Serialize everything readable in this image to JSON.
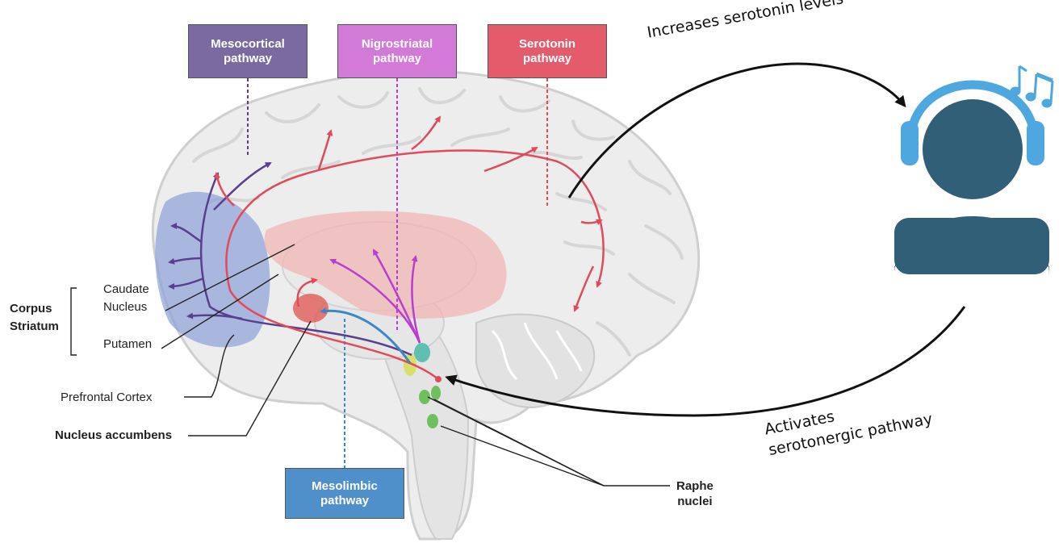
{
  "pathways": {
    "mesocortical": {
      "label": "Mesocortical\npathway",
      "color": "#7b6aa2"
    },
    "nigrostriatal": {
      "label": "Nigrostriatal\npathway",
      "color": "#d37ad9"
    },
    "serotonin": {
      "label": "Serotonin\npathway",
      "color": "#e45b6b"
    },
    "mesolimbic": {
      "label": "Mesolimbic\npathway",
      "color": "#4f8fca"
    }
  },
  "labels": {
    "corpus_striatum": "Corpus\nStriatum",
    "caudate_nucleus": "Caudate\nNucleus",
    "putamen": "Putamen",
    "prefrontal_cortex": "Prefrontal Cortex",
    "nucleus_accumbens": "Nucleus accumbens",
    "raphe_nuclei": "Raphe\nnuclei"
  },
  "annotations": {
    "increases": "Increases serotonin levels",
    "activates": "Activates\nserotonergic pathway"
  },
  "icons": {
    "listener": "person-with-headphones-icon",
    "music": "music-notes-icon"
  }
}
